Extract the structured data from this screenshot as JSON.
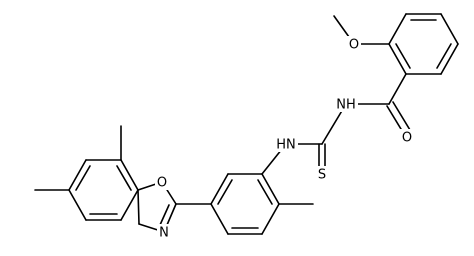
{
  "molecule": {
    "atoms": [
      {
        "id": "a-o-methoxy",
        "label": "O"
      },
      {
        "id": "a-nh-upper",
        "label": "NH"
      },
      {
        "id": "a-o-carbonyl",
        "label": "O"
      },
      {
        "id": "a-nh-lower",
        "label": "HN"
      },
      {
        "id": "a-s-thio",
        "label": "S"
      },
      {
        "id": "a-o-oxazole",
        "label": "O"
      },
      {
        "id": "a-n-oxazole",
        "label": "N"
      }
    ]
  },
  "colors": {
    "bond": "#000000",
    "background": "#ffffff",
    "text": "#000000"
  }
}
